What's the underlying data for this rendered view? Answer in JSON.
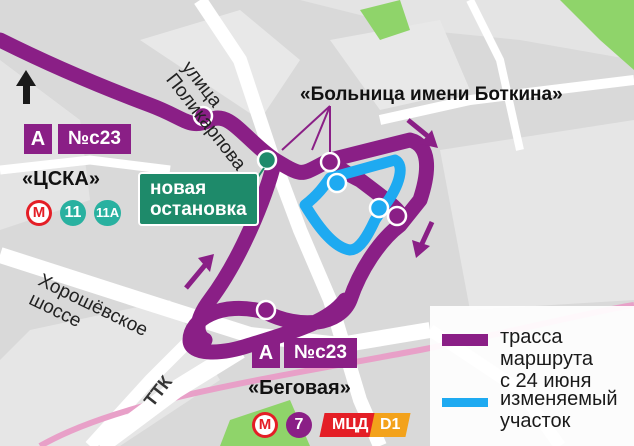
{
  "colors": {
    "route": "#8a1f86",
    "changed": "#1eaaf1",
    "new_stop": "#1e8a6a",
    "metro": "#e41e26",
    "line7": "#8a1f86",
    "line11": "#29b1a0",
    "line11a": "#29b1a0",
    "mcd_d1": "#f3a21b",
    "ring": "#e8a0c8",
    "park": "#8fd46a",
    "road": "#cfcfcf"
  },
  "streets": {
    "polikarpova": "улица Поликарпова",
    "khoroshevskoe_1": "Хорошёвское",
    "khoroshevskoe_2": "шоссе",
    "ttk": "ТТК"
  },
  "top_title": "«Больница имени Боткина»",
  "new_stop": {
    "line1": "новая",
    "line2": "остановка"
  },
  "stops": {
    "cska": {
      "name": "«ЦСКА»",
      "route_letter": "А",
      "route_number": "№с23",
      "metro_letter": "М",
      "lines": [
        "11",
        "11А"
      ]
    },
    "begovaya": {
      "name": "«Беговая»",
      "route_letter": "А",
      "route_number": "№с23",
      "metro_letter": "М",
      "lines": [
        "7"
      ],
      "mcd_label": "МЦД",
      "d_line": "D1"
    }
  },
  "legend": {
    "route_line1": "трасса маршрута",
    "route_line2": "с 24 июня",
    "changed_line1": "изменяемый",
    "changed_line2": "участок"
  },
  "icons": {
    "north": "arrow-up-icon",
    "direction": "arrow-icon",
    "metro": "metro-icon"
  }
}
